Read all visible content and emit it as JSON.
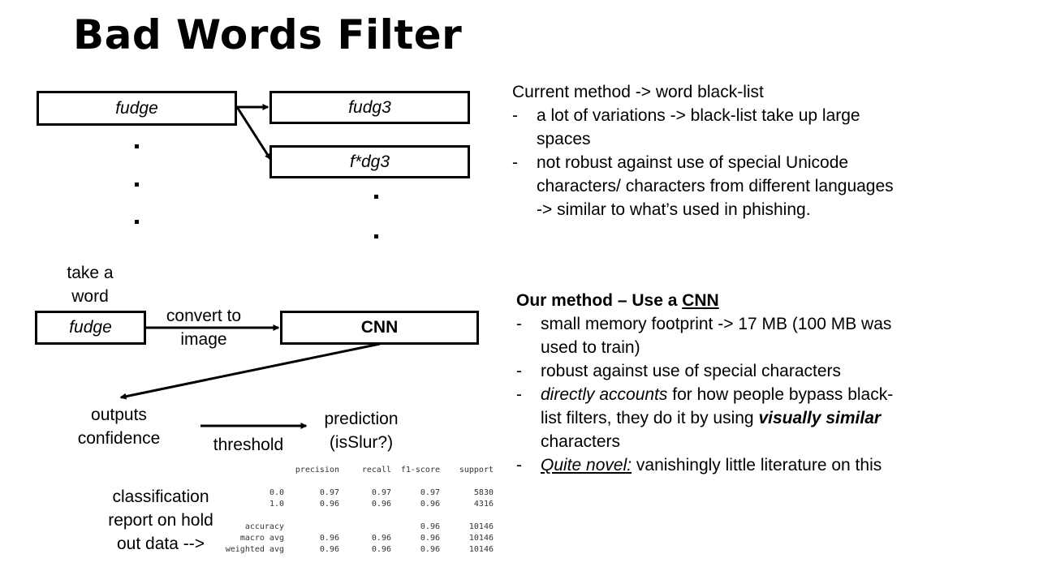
{
  "title": "Bad Words Filter",
  "top_diagram": {
    "source_word": "fudge",
    "variant_1": "fudg3",
    "variant_2": "f*dg3"
  },
  "pipeline": {
    "take_label": "take a word",
    "input_word": "fudge",
    "convert_label": "convert to image",
    "model": "CNN",
    "outputs_label": "outputs confidence",
    "threshold_label": "threshold",
    "prediction_label": "prediction (isSlur?)",
    "report_label": "classification report on hold out data -->"
  },
  "report": {
    "headers": [
      "precision",
      "recall",
      "f1-score",
      "support"
    ],
    "rows": [
      {
        "label": "0.0",
        "precision": "0.97",
        "recall": "0.97",
        "f1": "0.97",
        "support": "5830"
      },
      {
        "label": "1.0",
        "precision": "0.96",
        "recall": "0.96",
        "f1": "0.96",
        "support": "4316"
      },
      {
        "label": "",
        "precision": "",
        "recall": "",
        "f1": "",
        "support": ""
      },
      {
        "label": "accuracy",
        "precision": "",
        "recall": "",
        "f1": "0.96",
        "support": "10146"
      },
      {
        "label": "macro avg",
        "precision": "0.96",
        "recall": "0.96",
        "f1": "0.96",
        "support": "10146"
      },
      {
        "label": "weighted avg",
        "precision": "0.96",
        "recall": "0.96",
        "f1": "0.96",
        "support": "10146"
      }
    ]
  },
  "current_method": {
    "heading": "Current method -> word black-list",
    "bullets": [
      "a lot of variations -> black-list take up large spaces",
      "not robust against use of special Unicode characters/ characters from different languages -> similar to what’s used in phishing."
    ]
  },
  "our_method": {
    "heading_prefix": "Our method – Use a ",
    "heading_cnn": "CNN",
    "b1": "small memory footprint -> 17 MB (100 MB was used to train)",
    "b2": "robust against use of special characters",
    "b3_italic": "directly accounts",
    "b3_mid": " for how people bypass black-list filters, they do it by using ",
    "b3_bold_italic": "visually similar",
    "b3_end": " characters",
    "b4_underline": "Quite novel:",
    "b4_rest": " vanishingly little literature on this"
  }
}
